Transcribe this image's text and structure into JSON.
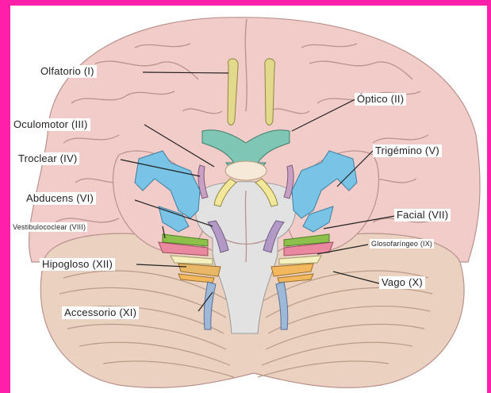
{
  "colors": {
    "frame": "#ff1fa8",
    "cerebrum": "#f1ccc8",
    "cerebrum_stroke": "#b9918d",
    "cerebellum": "#ead1c0",
    "brainstem": "#e2e2e2",
    "olfactory": "#e2d98a",
    "optic": "#7fc6b4",
    "trigeminal": "#79c3e6",
    "oculomotor": "#f3e79a",
    "abducens": "#b39ac6",
    "facial": "#8cc04a",
    "vestibulocochlear": "#e9889e",
    "glossopharyngeal": "#f5f0c0",
    "vagus": "#f3b75d",
    "hypoglossal": "#e9b867",
    "accessory": "#9eb8d8"
  },
  "labels": {
    "olfatorio": "Olfatorio (I)",
    "optico": "Óptico (II)",
    "oculomotor": "Oculomotor (III)",
    "troclear": "Troclear (IV)",
    "trigemino": "Trigémino (V)",
    "abducens": "Abducens (VI)",
    "facial": "Facial (VII)",
    "vestibulococlear": "Vestibulococlear (VIII)",
    "glosofaringeo": "Glosofaríngeo (IX)",
    "hipogloso": "Hipogloso (XII)",
    "vago": "Vago (X)",
    "accessorio": "Accessorio (XI)"
  }
}
